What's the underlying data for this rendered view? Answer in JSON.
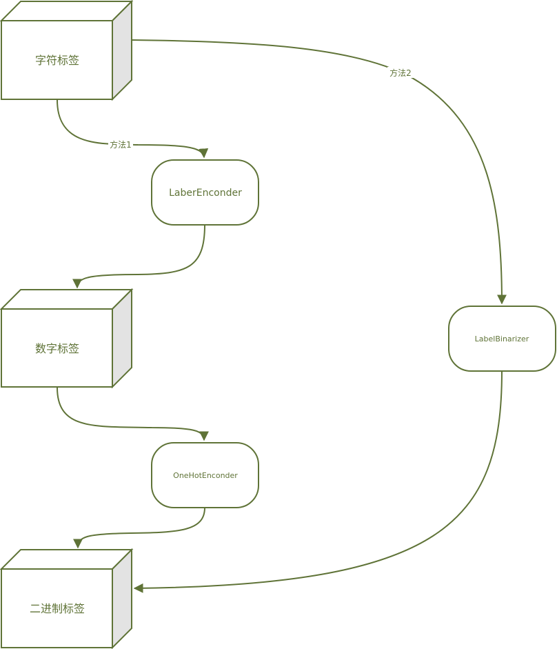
{
  "diagram": {
    "nodes": {
      "char_label": "字符标签",
      "laber_enconder": "LaberEnconder",
      "num_label": "数字标签",
      "onehot_enconder": "OneHotEnconder",
      "binary_label": "二进制标签",
      "label_binarizer": "LabelBinarizer"
    },
    "edges": {
      "method1": "方法1",
      "method2": "方法2"
    }
  },
  "colors": {
    "stroke": "#5f7337",
    "side": "#e3e3e3",
    "background": "#ffffff"
  }
}
